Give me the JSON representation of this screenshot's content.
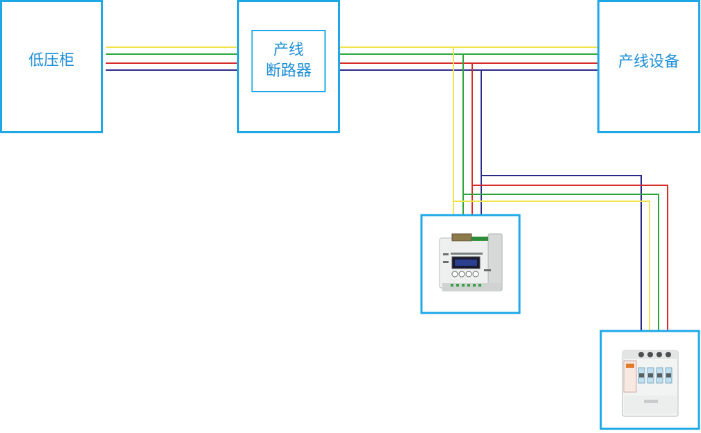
{
  "nodes": {
    "cabinet": {
      "label": "低压柜"
    },
    "breaker": {
      "line1": "产线",
      "line2": "断路器"
    },
    "equipment": {
      "label": "产线设备"
    }
  },
  "devices": {
    "monitor": {
      "icon": "din-rail-monitor-device"
    },
    "rcbo": {
      "icon": "four-pole-breaker-device"
    }
  },
  "colors": {
    "box_border": "#1ea8e8",
    "label": "#1e8fd6",
    "wires": [
      "#f0e44a",
      "#2aa63a",
      "#d72a2a",
      "#2a2a8a"
    ]
  }
}
